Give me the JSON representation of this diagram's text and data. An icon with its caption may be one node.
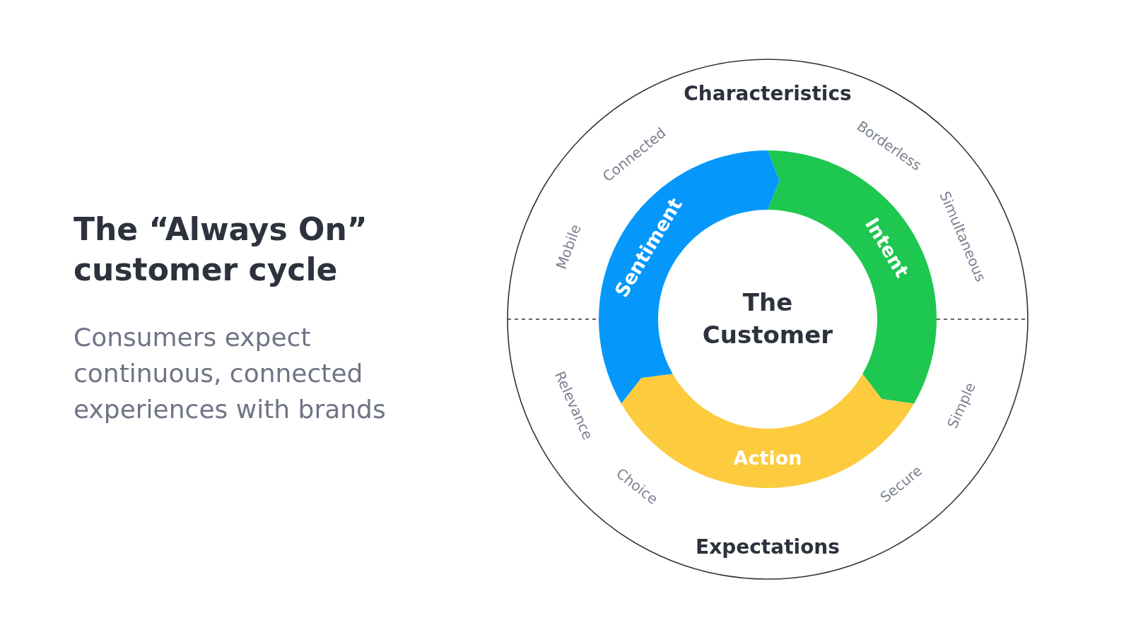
{
  "diagram": {
    "title": "The “Always On” customer cycle",
    "nodes": [
      {
        "text": [
          "Characteristics",
          "Expectations"
        ]
      },
      {
        "text": [
          "Sentiment"
        ],
        "in": 0
      },
      {
        "text": [
          "Intent"
        ],
        "in": 0
      },
      {
        "text": [
          "Action"
        ],
        "in": 0
      }
    ],
    "labels": [
      "Consumers expect continuous, connected experiences with brands",
      "Connected",
      "Borderless",
      "Mobile",
      "Simultaneous",
      "The Customer",
      "Relevance",
      "Simple",
      "Choice",
      "Secure"
    ]
  }
}
